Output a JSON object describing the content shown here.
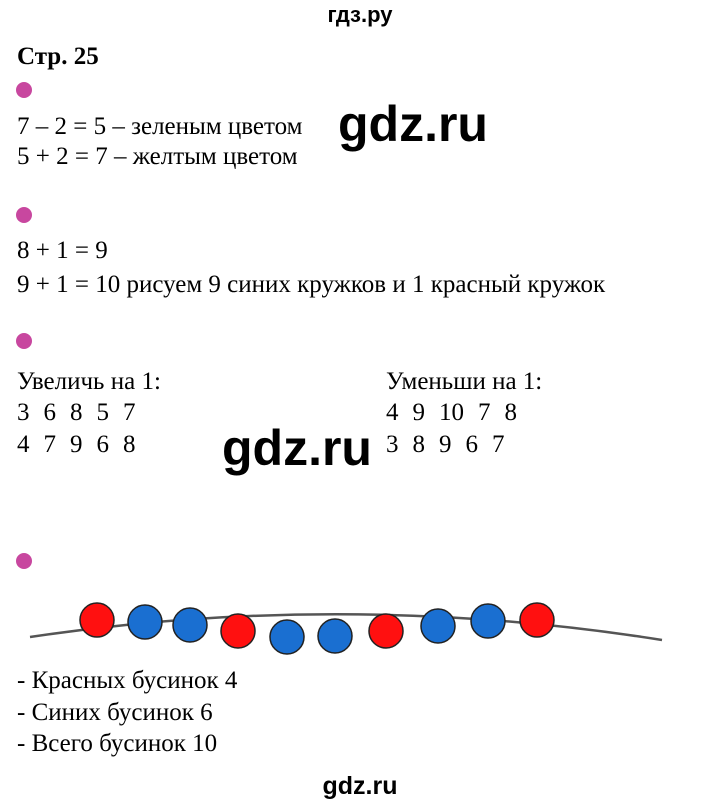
{
  "header": {
    "site": "гдз.ру"
  },
  "page_title": "Стр. 25",
  "colors": {
    "bullet": "#c8479f",
    "red_bead": "#ff1010",
    "blue_bead": "#1a6fd1",
    "thread": "#555555"
  },
  "task1": {
    "lines": [
      "7 – 2 = 5 – зеленым цветом",
      "5 + 2 = 7 – желтым цветом"
    ]
  },
  "task2": {
    "lines": [
      "8 + 1 = 9",
      "9 + 1 = 10 рисуем 9 синих кружков и 1 красный кружок"
    ]
  },
  "task3": {
    "left": {
      "title": "Увеличь на 1:",
      "row1": [
        "3",
        "6",
        "8",
        "5",
        "7"
      ],
      "row2": [
        "4",
        "7",
        "9",
        "6",
        "8"
      ]
    },
    "right": {
      "title": "Уменьши на 1:",
      "row1": [
        "4",
        "9",
        "10",
        "7",
        "8"
      ],
      "row2": [
        "3",
        "8",
        "9",
        "6",
        "7"
      ]
    }
  },
  "task4": {
    "beads": [
      "red",
      "blue",
      "blue",
      "red",
      "blue",
      "blue",
      "red",
      "blue",
      "blue",
      "red"
    ],
    "lines": [
      "- Красных бусинок 4",
      "- Синих бусинок 6",
      "- Всего бусинок 10"
    ]
  },
  "watermark": "gdz.ru",
  "footer": {
    "site": "gdz.ru"
  }
}
